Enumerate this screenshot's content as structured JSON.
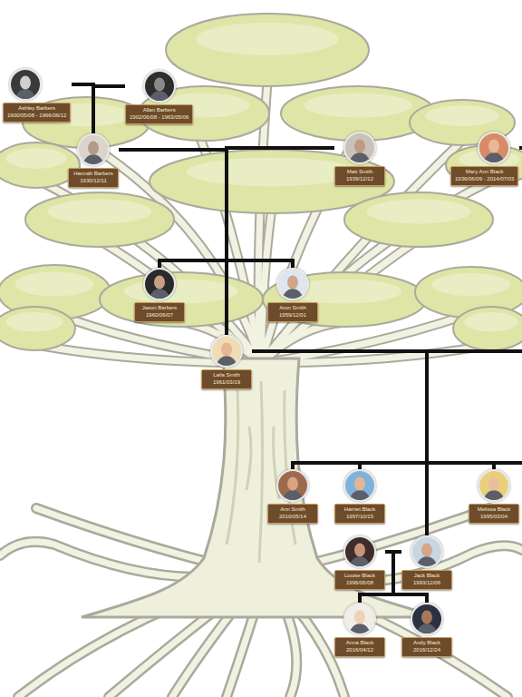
{
  "diagram": {
    "nodes": [
      {
        "text": [
          "Ashley Barbers",
          "1900/05/08 - 1966/06/12"
        ]
      },
      {
        "text": [
          "Allan Barbers",
          "1902/06/08 - 1963/05/06"
        ]
      },
      {
        "text": [
          "Hannah Barbers",
          "1930/12/11"
        ]
      },
      {
        "text": [
          "Matt Smith",
          "1939/12/12"
        ]
      },
      {
        "text": [
          "Mary Ann Black",
          "1936/06/09 - 2014/07/03"
        ]
      },
      {
        "text": [
          "Jason Barbers",
          "1960/06/07"
        ]
      },
      {
        "text": [
          "Aron Smith",
          "1959/12/01"
        ]
      },
      {
        "text": [
          "Laila Smith",
          "1961/03/19"
        ]
      },
      {
        "text": [
          "Ann Smith",
          "2010/05/14"
        ]
      },
      {
        "text": [
          "Harriet Black",
          "1997/10/15"
        ]
      },
      {
        "text": [
          "Melissa Black",
          "1995/03/04"
        ]
      },
      {
        "text": [
          "Louise Black",
          "1996/06/08"
        ]
      },
      {
        "text": [
          "Jack Black",
          "1993/12/06"
        ]
      },
      {
        "text": [
          "Anna Black",
          "2016/04/12"
        ]
      },
      {
        "text": [
          "Andy Black",
          "2016/12/24"
        ]
      }
    ],
    "edges": [
      {
        "from": 0,
        "to": 2,
        "arrow": "none"
      },
      {
        "from": 1,
        "to": 2,
        "arrow": "none"
      },
      {
        "from": 2,
        "to": 5,
        "arrow": "none"
      },
      {
        "from": 3,
        "to": 5,
        "arrow": "none"
      },
      {
        "from": 2,
        "to": 6,
        "arrow": "none"
      },
      {
        "from": 3,
        "to": 6,
        "arrow": "none"
      },
      {
        "from": 2,
        "to": 7,
        "arrow": "none"
      },
      {
        "from": 3,
        "to": 7,
        "arrow": "none"
      },
      {
        "from": 7,
        "to": 8,
        "arrow": "none"
      },
      {
        "from": 7,
        "to": 9,
        "arrow": "none"
      },
      {
        "from": 7,
        "to": 10,
        "arrow": "none"
      },
      {
        "from": 7,
        "to": 12,
        "arrow": "none"
      },
      {
        "from": 11,
        "to": 13,
        "arrow": "none"
      },
      {
        "from": 12,
        "to": 13,
        "arrow": "none"
      },
      {
        "from": 11,
        "to": 14,
        "arrow": "none"
      },
      {
        "from": 12,
        "to": 14,
        "arrow": "none"
      }
    ]
  }
}
